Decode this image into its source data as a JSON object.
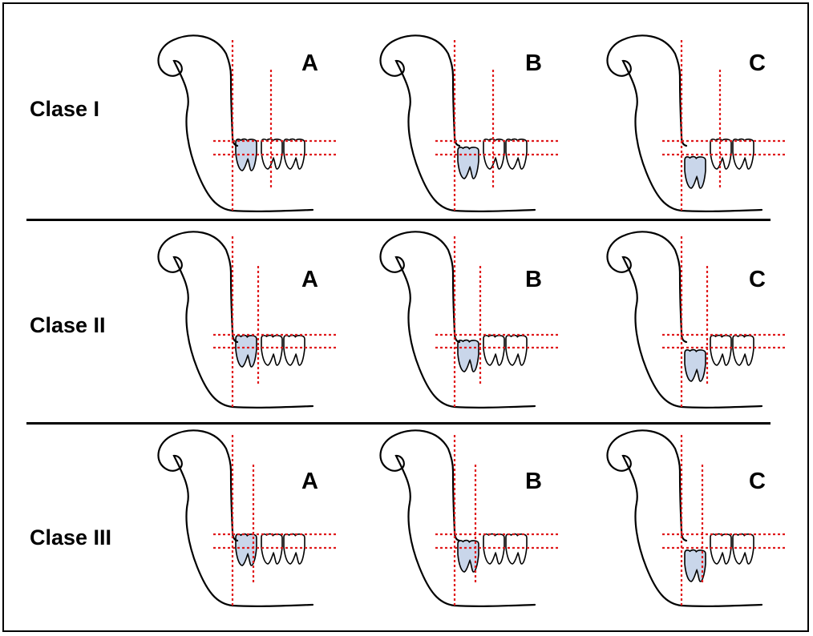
{
  "rows": [
    {
      "label": "Clase I",
      "variants": [
        "A",
        "B",
        "C"
      ]
    },
    {
      "label": "Clase II",
      "variants": [
        "A",
        "B",
        "C"
      ]
    },
    {
      "label": "Clase III",
      "variants": [
        "A",
        "B",
        "C"
      ]
    }
  ],
  "colors": {
    "outline": "#000000",
    "guide": "#e0191b",
    "tooth_fill": "#c9d6ea",
    "background": "#ffffff"
  }
}
